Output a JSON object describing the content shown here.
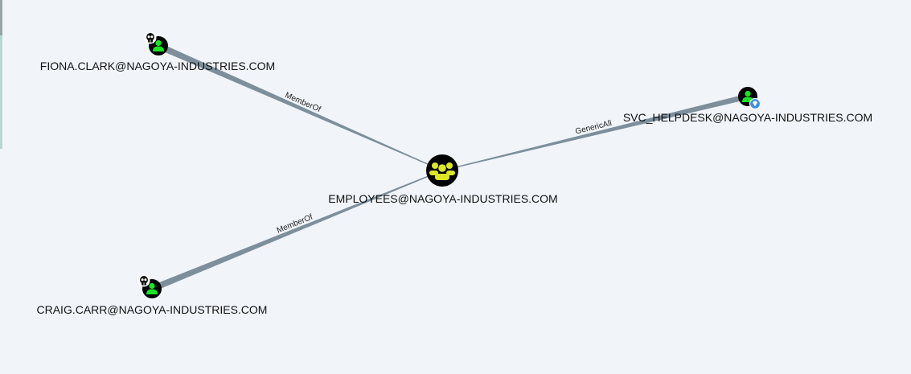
{
  "graph": {
    "nodes": [
      {
        "id": "fiona",
        "type": "user",
        "owned": true,
        "highvalue": false,
        "label": "FIONA.CLARK@NAGOYA-INDUSTRIES.COM",
        "icon": "user-icon"
      },
      {
        "id": "svc",
        "type": "user",
        "owned": false,
        "highvalue": true,
        "label": "SVC_HELPDESK@NAGOYA-INDUSTRIES.COM",
        "icon": "user-icon"
      },
      {
        "id": "employees",
        "type": "group",
        "owned": false,
        "highvalue": false,
        "label": "EMPLOYEES@NAGOYA-INDUSTRIES.COM",
        "icon": "group-icon"
      },
      {
        "id": "craig",
        "type": "user",
        "owned": true,
        "highvalue": false,
        "label": "CRAIG.CARR@NAGOYA-INDUSTRIES.COM",
        "icon": "user-icon"
      }
    ],
    "edges": [
      {
        "source": "fiona",
        "target": "employees",
        "label": "MemberOf"
      },
      {
        "source": "employees",
        "target": "svc",
        "label": "GenericAll"
      },
      {
        "source": "craig",
        "target": "employees",
        "label": "MemberOf"
      }
    ]
  },
  "colors": {
    "background": "#f1f5fa",
    "edge": "#7e8f9b",
    "user_fill": "#17e625",
    "group_fill": "#dce824",
    "node_disc": "#000000",
    "owned_badge": "skull-icon",
    "highvalue_badge": "diamond-badge-icon",
    "highvalue_color": "#3f8fe0"
  }
}
